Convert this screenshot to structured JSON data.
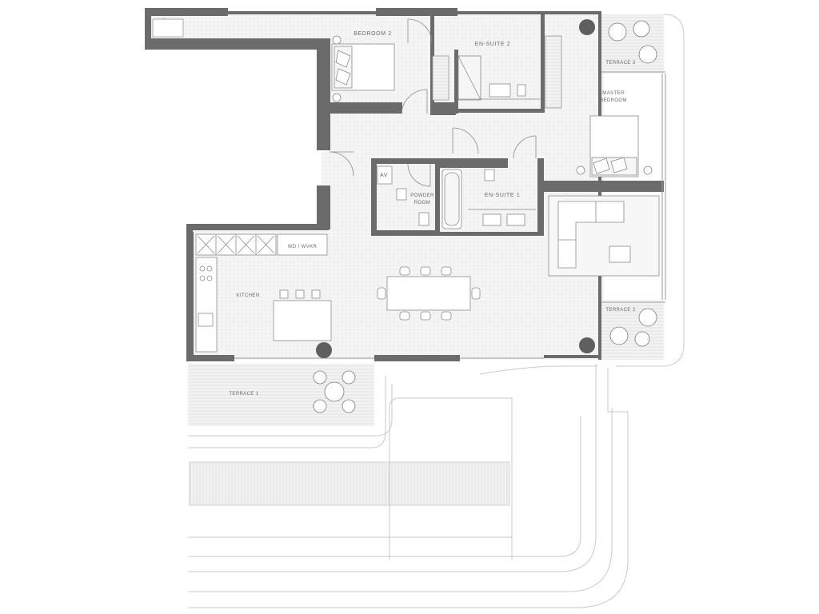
{
  "rooms": {
    "bedroom2": "BEDROOM 2",
    "ensuite2": "EN-SUITE 2",
    "terrace3": "TERRACE 3",
    "master_line1": "MASTER",
    "master_line2": "BEDROOM",
    "av": "AV",
    "powder_line1": "POWDER",
    "powder_line2": "ROOM",
    "ensuite1": "EN-SUITE 1",
    "wd": "WD / WVKR",
    "kitchen": "KITCHEN",
    "terrace2": "TERRACE 2",
    "terrace1": "TERRACE 1"
  },
  "colors": {
    "wall": "#6b6b6b",
    "floor": "#f3f3f3",
    "line": "#9a9a9a",
    "furniture": "#ffffff"
  }
}
